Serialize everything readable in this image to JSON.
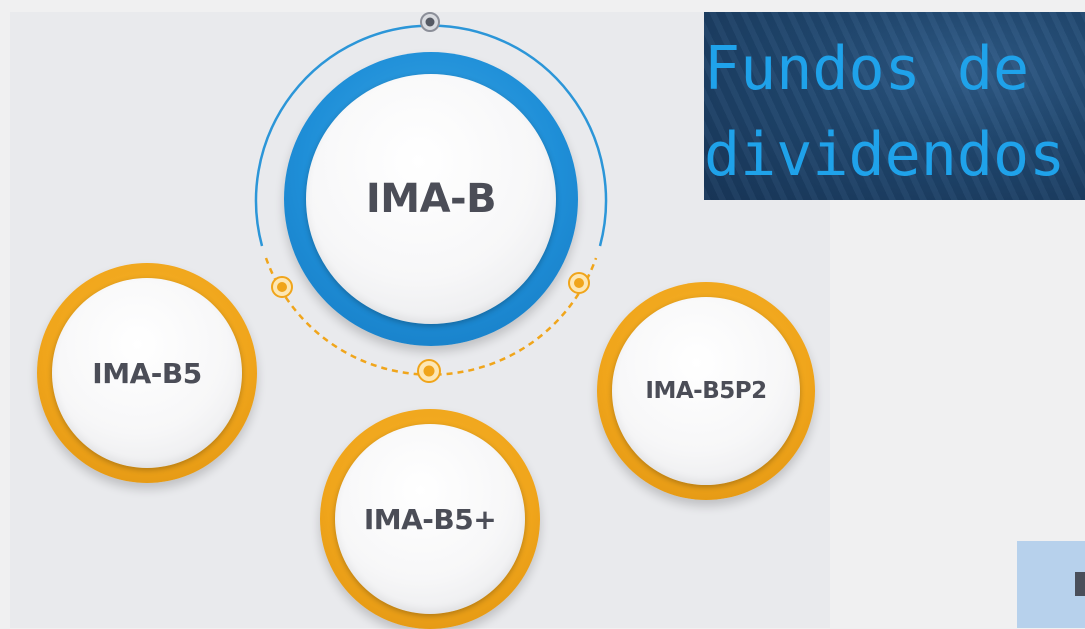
{
  "diagram": {
    "main_node": {
      "label": "IMA-B"
    },
    "sub_nodes": [
      {
        "label": "IMA-B5"
      },
      {
        "label": "IMA-B5+"
      },
      {
        "label": "IMA-B5P2"
      }
    ]
  },
  "banner": {
    "line1": "Fundos de",
    "line2": "dividendos"
  },
  "colors": {
    "main_ring": "#1f8fd8",
    "sub_ring": "#f0a51b",
    "connector_blue": "#2c96d8",
    "connector_orange": "#f0a51b",
    "label_text": "#4b4d57",
    "banner_text": "#1fa2ea",
    "banner_bg": "#20476f",
    "panel_bg": "#e9eaed"
  }
}
